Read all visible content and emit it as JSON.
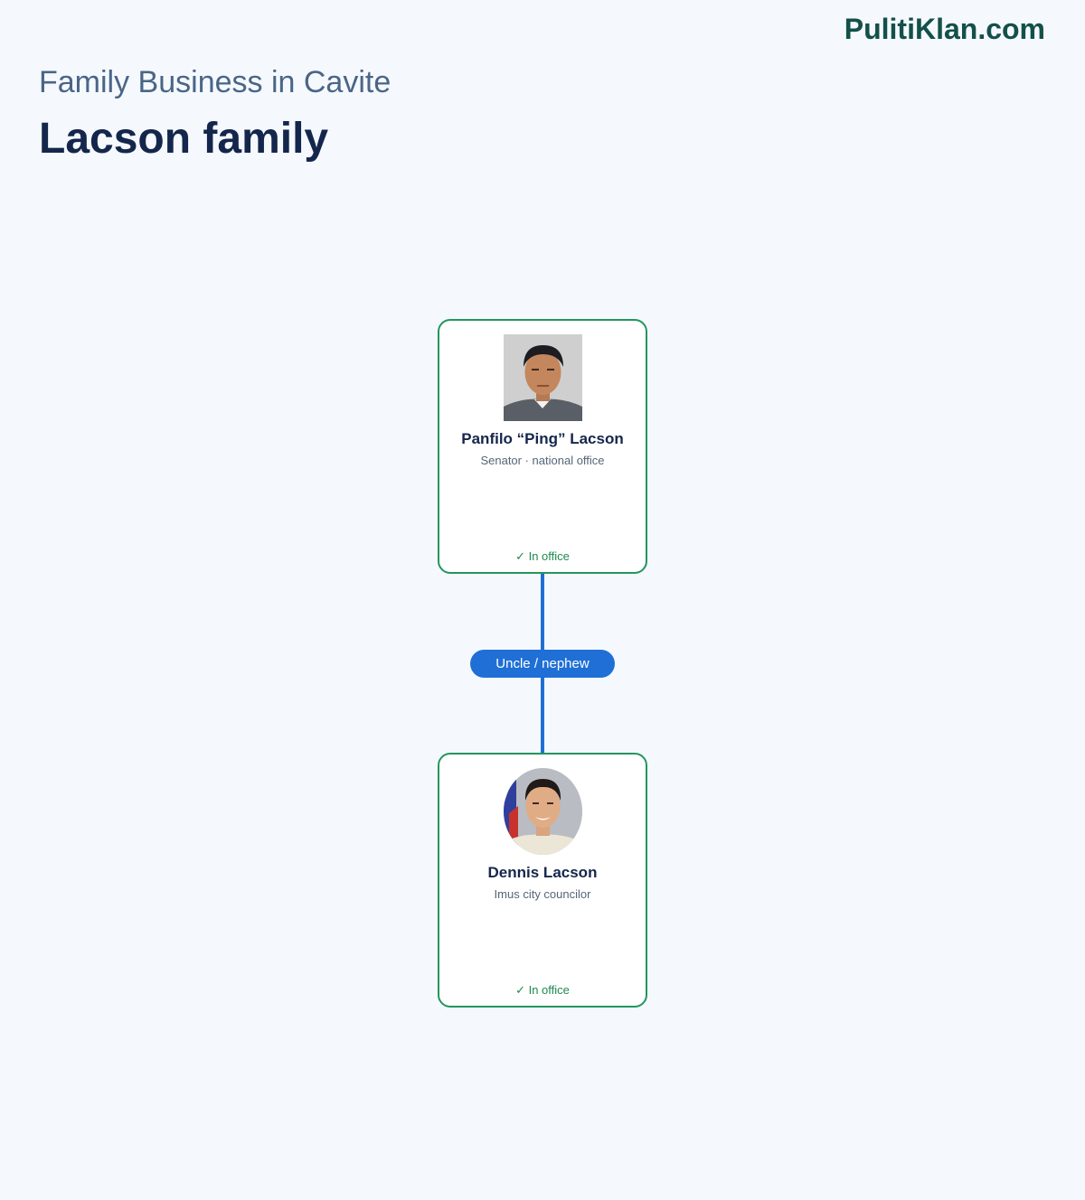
{
  "brand": "PulitiKlan.com",
  "header": {
    "subtitle": "Family Business in Cavite",
    "title": "Lacson family"
  },
  "relation": "Uncle / nephew",
  "members": [
    {
      "name": "Panfilo “Ping” Lacson",
      "role": "Senator · national office",
      "status": "✓ In office"
    },
    {
      "name": "Dennis Lacson",
      "role": "Imus city councilor",
      "status": "✓ In office"
    }
  ]
}
